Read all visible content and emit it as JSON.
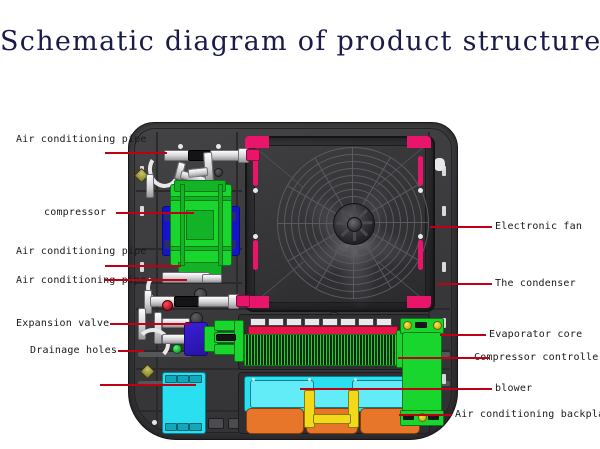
{
  "title": "Schematic diagram of product structure",
  "colors": {
    "title": "#1b1b4a",
    "leader": "#c00014",
    "background": "#ffffff",
    "shell": "#3d3d40",
    "compressor_green": "#19d62e",
    "mount_blue": "#1414c8",
    "accent_magenta": "#e8156b",
    "blower_cyan": "#2ae0f0",
    "blower_orange": "#e8762a",
    "valve_indigo": "#3b20d8",
    "terminal_yellow": "#f2d91a",
    "evaporator_top_red": "#e8154b"
  },
  "labels_left": [
    {
      "text": "Air conditioning pipe",
      "name": "label-air-conditioning-pipe-1"
    },
    {
      "text": "compressor",
      "name": "label-compressor"
    },
    {
      "text": "Air conditioning pipe",
      "name": "label-air-conditioning-pipe-2"
    },
    {
      "text": "Air conditioning pipe",
      "name": "label-air-conditioning-pipe-3"
    },
    {
      "text": "Expansion valve",
      "name": "label-expansion-valve"
    },
    {
      "text": "Drainage holes",
      "name": "label-drainage-holes"
    }
  ],
  "labels_right": [
    {
      "text": "Electronic fan",
      "name": "label-electronic-fan"
    },
    {
      "text": "The condenser",
      "name": "label-the-condenser"
    },
    {
      "text": "Evaporator core",
      "name": "label-evaporator-core"
    },
    {
      "text": "Compressor controller",
      "name": "label-compressor-controller"
    },
    {
      "text": "blower",
      "name": "label-blower"
    },
    {
      "text": "Air conditioning backplane",
      "name": "label-air-conditioning-backplane"
    }
  ],
  "components": {
    "fan": "electronic-fan",
    "condenser": "condenser-shroud",
    "compressor": "compressor-unit",
    "evaporator": "evaporator-core",
    "blower": "blower-assembly",
    "controller": "compressor-controller",
    "drainage": "drainage-holes-panel",
    "expansion_valve": "expansion-valve",
    "backplane": "air-conditioning-backplane"
  }
}
